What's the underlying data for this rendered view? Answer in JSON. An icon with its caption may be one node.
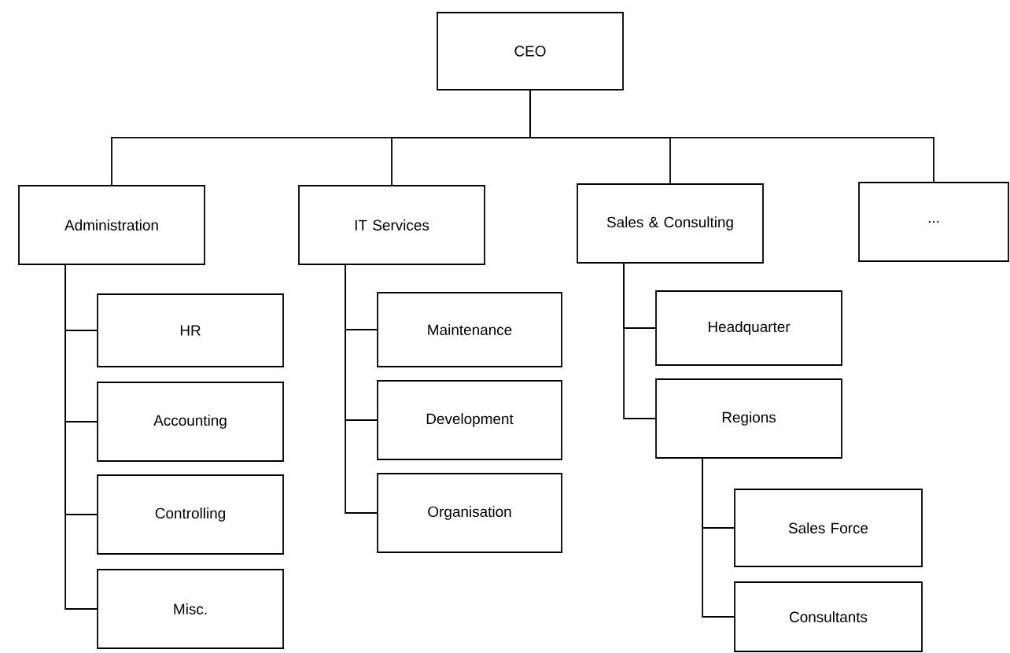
{
  "diagram": {
    "nodes": [
      {
        "text": [
          "CEO"
        ]
      },
      {
        "text": [
          "Administration"
        ]
      },
      {
        "text": [
          "IT Services"
        ]
      },
      {
        "text": [
          "Sales & Consulting"
        ]
      },
      {
        "text": [
          "..."
        ]
      },
      {
        "text": [
          "HR"
        ]
      },
      {
        "text": [
          "Accounting"
        ]
      },
      {
        "text": [
          "Controlling"
        ]
      },
      {
        "text": [
          "Misc."
        ]
      },
      {
        "text": [
          "Maintenance"
        ]
      },
      {
        "text": [
          "Development"
        ]
      },
      {
        "text": [
          "Organisation"
        ]
      },
      {
        "text": [
          "Headquarter"
        ]
      },
      {
        "text": [
          "Regions"
        ]
      },
      {
        "text": [
          "Sales Force"
        ]
      },
      {
        "text": [
          "Consultants"
        ]
      }
    ],
    "edges": [
      {
        "from": 0,
        "to": 1,
        "arrow": "none"
      },
      {
        "from": 0,
        "to": 2,
        "arrow": "none"
      },
      {
        "from": 0,
        "to": 3,
        "arrow": "none"
      },
      {
        "from": 0,
        "to": 4,
        "arrow": "none"
      },
      {
        "from": 1,
        "to": 5,
        "arrow": "none"
      },
      {
        "from": 1,
        "to": 6,
        "arrow": "none"
      },
      {
        "from": 1,
        "to": 7,
        "arrow": "none"
      },
      {
        "from": 1,
        "to": 8,
        "arrow": "none"
      },
      {
        "from": 2,
        "to": 9,
        "arrow": "none"
      },
      {
        "from": 2,
        "to": 10,
        "arrow": "none"
      },
      {
        "from": 2,
        "to": 11,
        "arrow": "none"
      },
      {
        "from": 3,
        "to": 12,
        "arrow": "none"
      },
      {
        "from": 3,
        "to": 13,
        "arrow": "none"
      },
      {
        "from": 13,
        "to": 14,
        "arrow": "none"
      },
      {
        "from": 13,
        "to": 15,
        "arrow": "none"
      }
    ]
  }
}
